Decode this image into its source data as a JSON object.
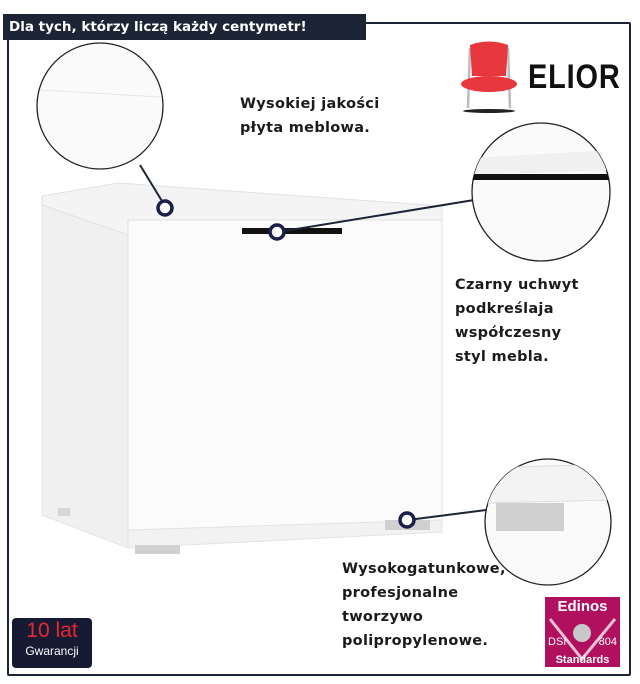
{
  "banner": "Dla tych, którzy liczą każdy centymetr!",
  "brand": "ELIOR",
  "callouts": {
    "top": [
      "Wysokiej jakości",
      "płyta meblowa."
    ],
    "middle": [
      "Czarny uchwyt",
      "podkreślaja",
      "współczesny",
      "styl mebla."
    ],
    "bottom": [
      "Wysokogatunkowe,",
      "profesjonalne",
      "tworzywo",
      "polipropylenowe."
    ]
  },
  "warranty": {
    "big": "10 lat",
    "small": "Gwarancji"
  },
  "certificate": {
    "name": "Edinos",
    "left": "DSI",
    "right": "804",
    "bottom": "Standards"
  },
  "colors": {
    "navy": "#1b2535",
    "accent_red": "#e8272f",
    "cert": "#b0105e"
  }
}
